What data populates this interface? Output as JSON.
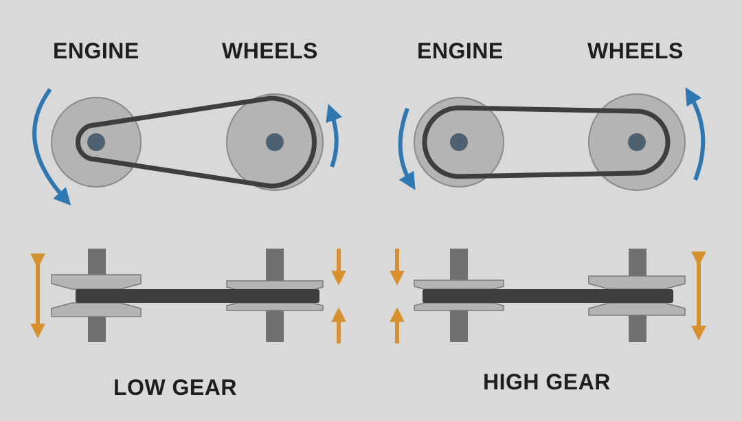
{
  "labels": {
    "low_engine": "ENGINE",
    "low_wheels": "WHEELS",
    "high_engine": "ENGINE",
    "high_wheels": "WHEELS",
    "low_gear": "LOW GEAR",
    "high_gear": "HIGH GEAR"
  },
  "colors": {
    "background": "#d9d9d9",
    "pulley": "#b4b4b4",
    "pulley_outline": "#8a8a8a",
    "hub": "#4d6170",
    "belt": "#3e3e3e",
    "rotation_arrow": "#2e77b0",
    "adjust_arrow": "#d6912e",
    "shaft": "#707070"
  },
  "icons": {
    "rotation": "curved-rotation-arrow",
    "adjust": "vertical-adjustment-arrow"
  }
}
